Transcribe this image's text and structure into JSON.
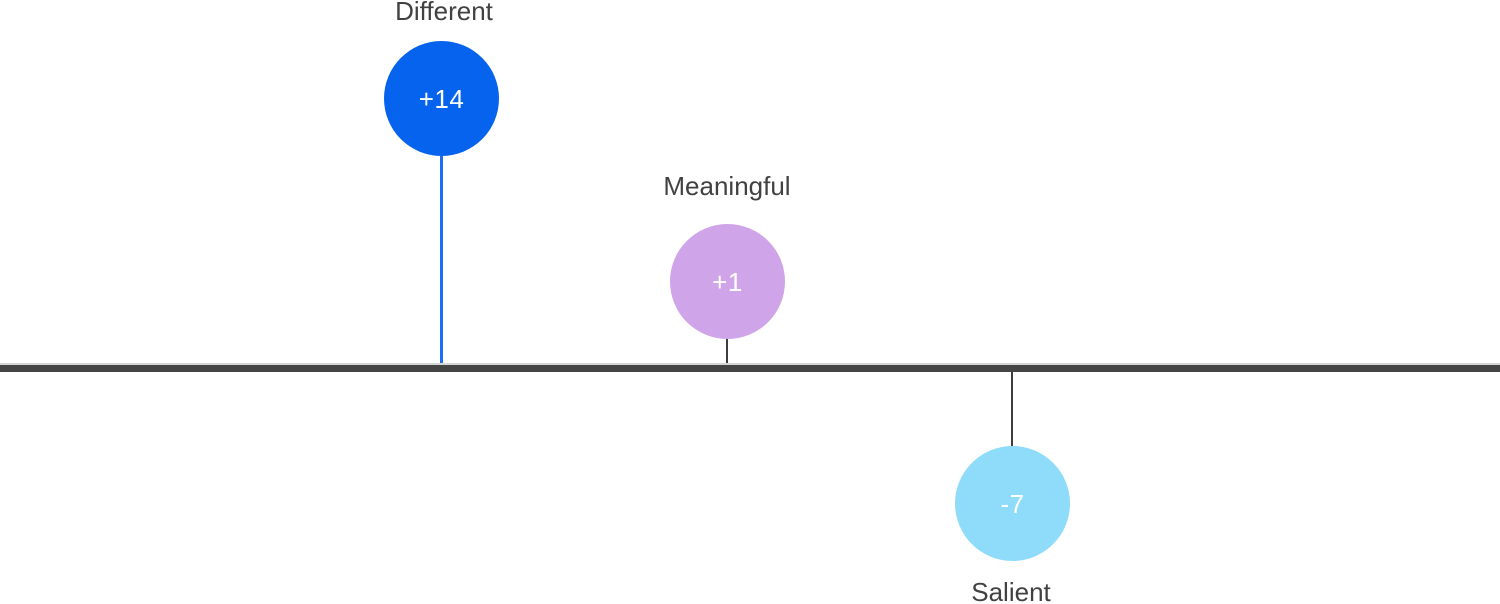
{
  "chart_data": {
    "type": "scatter",
    "variant": "lollipop-bubble",
    "title": "",
    "xlabel": "",
    "ylabel": "",
    "baseline_value": 0,
    "categories": [
      "Different",
      "Meaningful",
      "Salient"
    ],
    "values": [
      14,
      1,
      -7
    ],
    "points": [
      {
        "label": "Different",
        "value": 14,
        "display_value": "+14",
        "bubble_color": "#0663ee",
        "stem_color": "#1e6cf0",
        "label_position": "above-bubble"
      },
      {
        "label": "Meaningful",
        "value": 1,
        "display_value": "+1",
        "bubble_color": "#d0a4e9",
        "stem_color": "#3d3d3d",
        "label_position": "above-bubble"
      },
      {
        "label": "Salient",
        "value": -7,
        "display_value": "-7",
        "bubble_color": "#8edcfa",
        "stem_color": "#3d3d3d",
        "label_position": "below-bubble"
      }
    ],
    "axis": {
      "line_color": "#454545",
      "line_highlight_color": "#d5d5d5",
      "orientation": "horizontal"
    },
    "value_text_color": "#ffffff",
    "label_text_color": "#414141",
    "background_color": "#ffffff",
    "legend": null,
    "grid": false
  }
}
